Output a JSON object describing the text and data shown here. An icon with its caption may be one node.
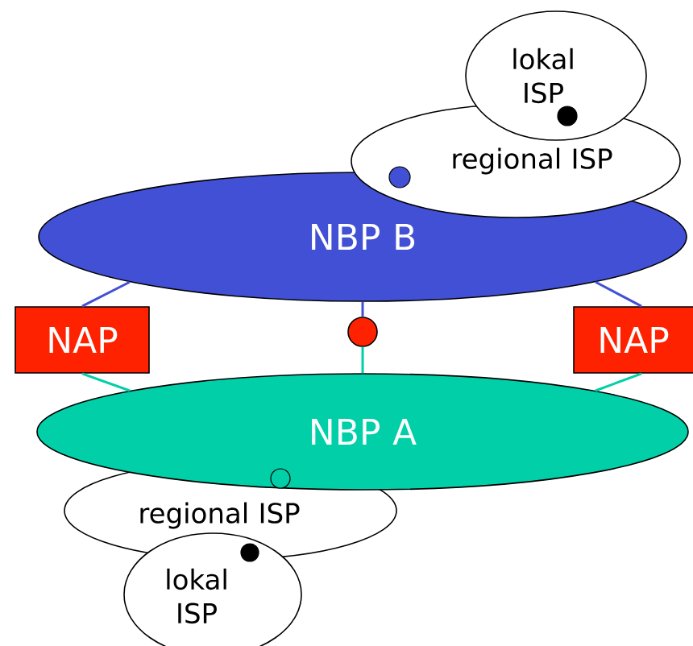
{
  "diagram": {
    "nodes": [
      {
        "text": [
          "lokal ISP"
        ]
      },
      {
        "text": [
          "regional ISP"
        ]
      },
      {
        "text": [
          "NBP B"
        ]
      },
      {
        "text": [
          "NAP"
        ]
      },
      {
        "text": [],
        "shape": "circle"
      },
      {
        "text": [
          "NAP"
        ]
      },
      {
        "text": [
          "NBP A"
        ]
      },
      {
        "text": [
          "regional ISP"
        ]
      },
      {
        "text": [
          "lokal ISP"
        ]
      }
    ],
    "edges": [
      {
        "from": 2,
        "to": 3,
        "arrow": "none",
        "color": "#4150d4"
      },
      {
        "from": 2,
        "to": 4,
        "arrow": "none",
        "color": "#4150d4"
      },
      {
        "from": 2,
        "to": 5,
        "arrow": "none",
        "color": "#4150d4"
      },
      {
        "from": 3,
        "to": 6,
        "arrow": "none",
        "color": "#00cfa8"
      },
      {
        "from": 4,
        "to": 6,
        "arrow": "none",
        "color": "#00cfa8"
      },
      {
        "from": 5,
        "to": 6,
        "arrow": "none",
        "color": "#00cfa8"
      }
    ]
  }
}
